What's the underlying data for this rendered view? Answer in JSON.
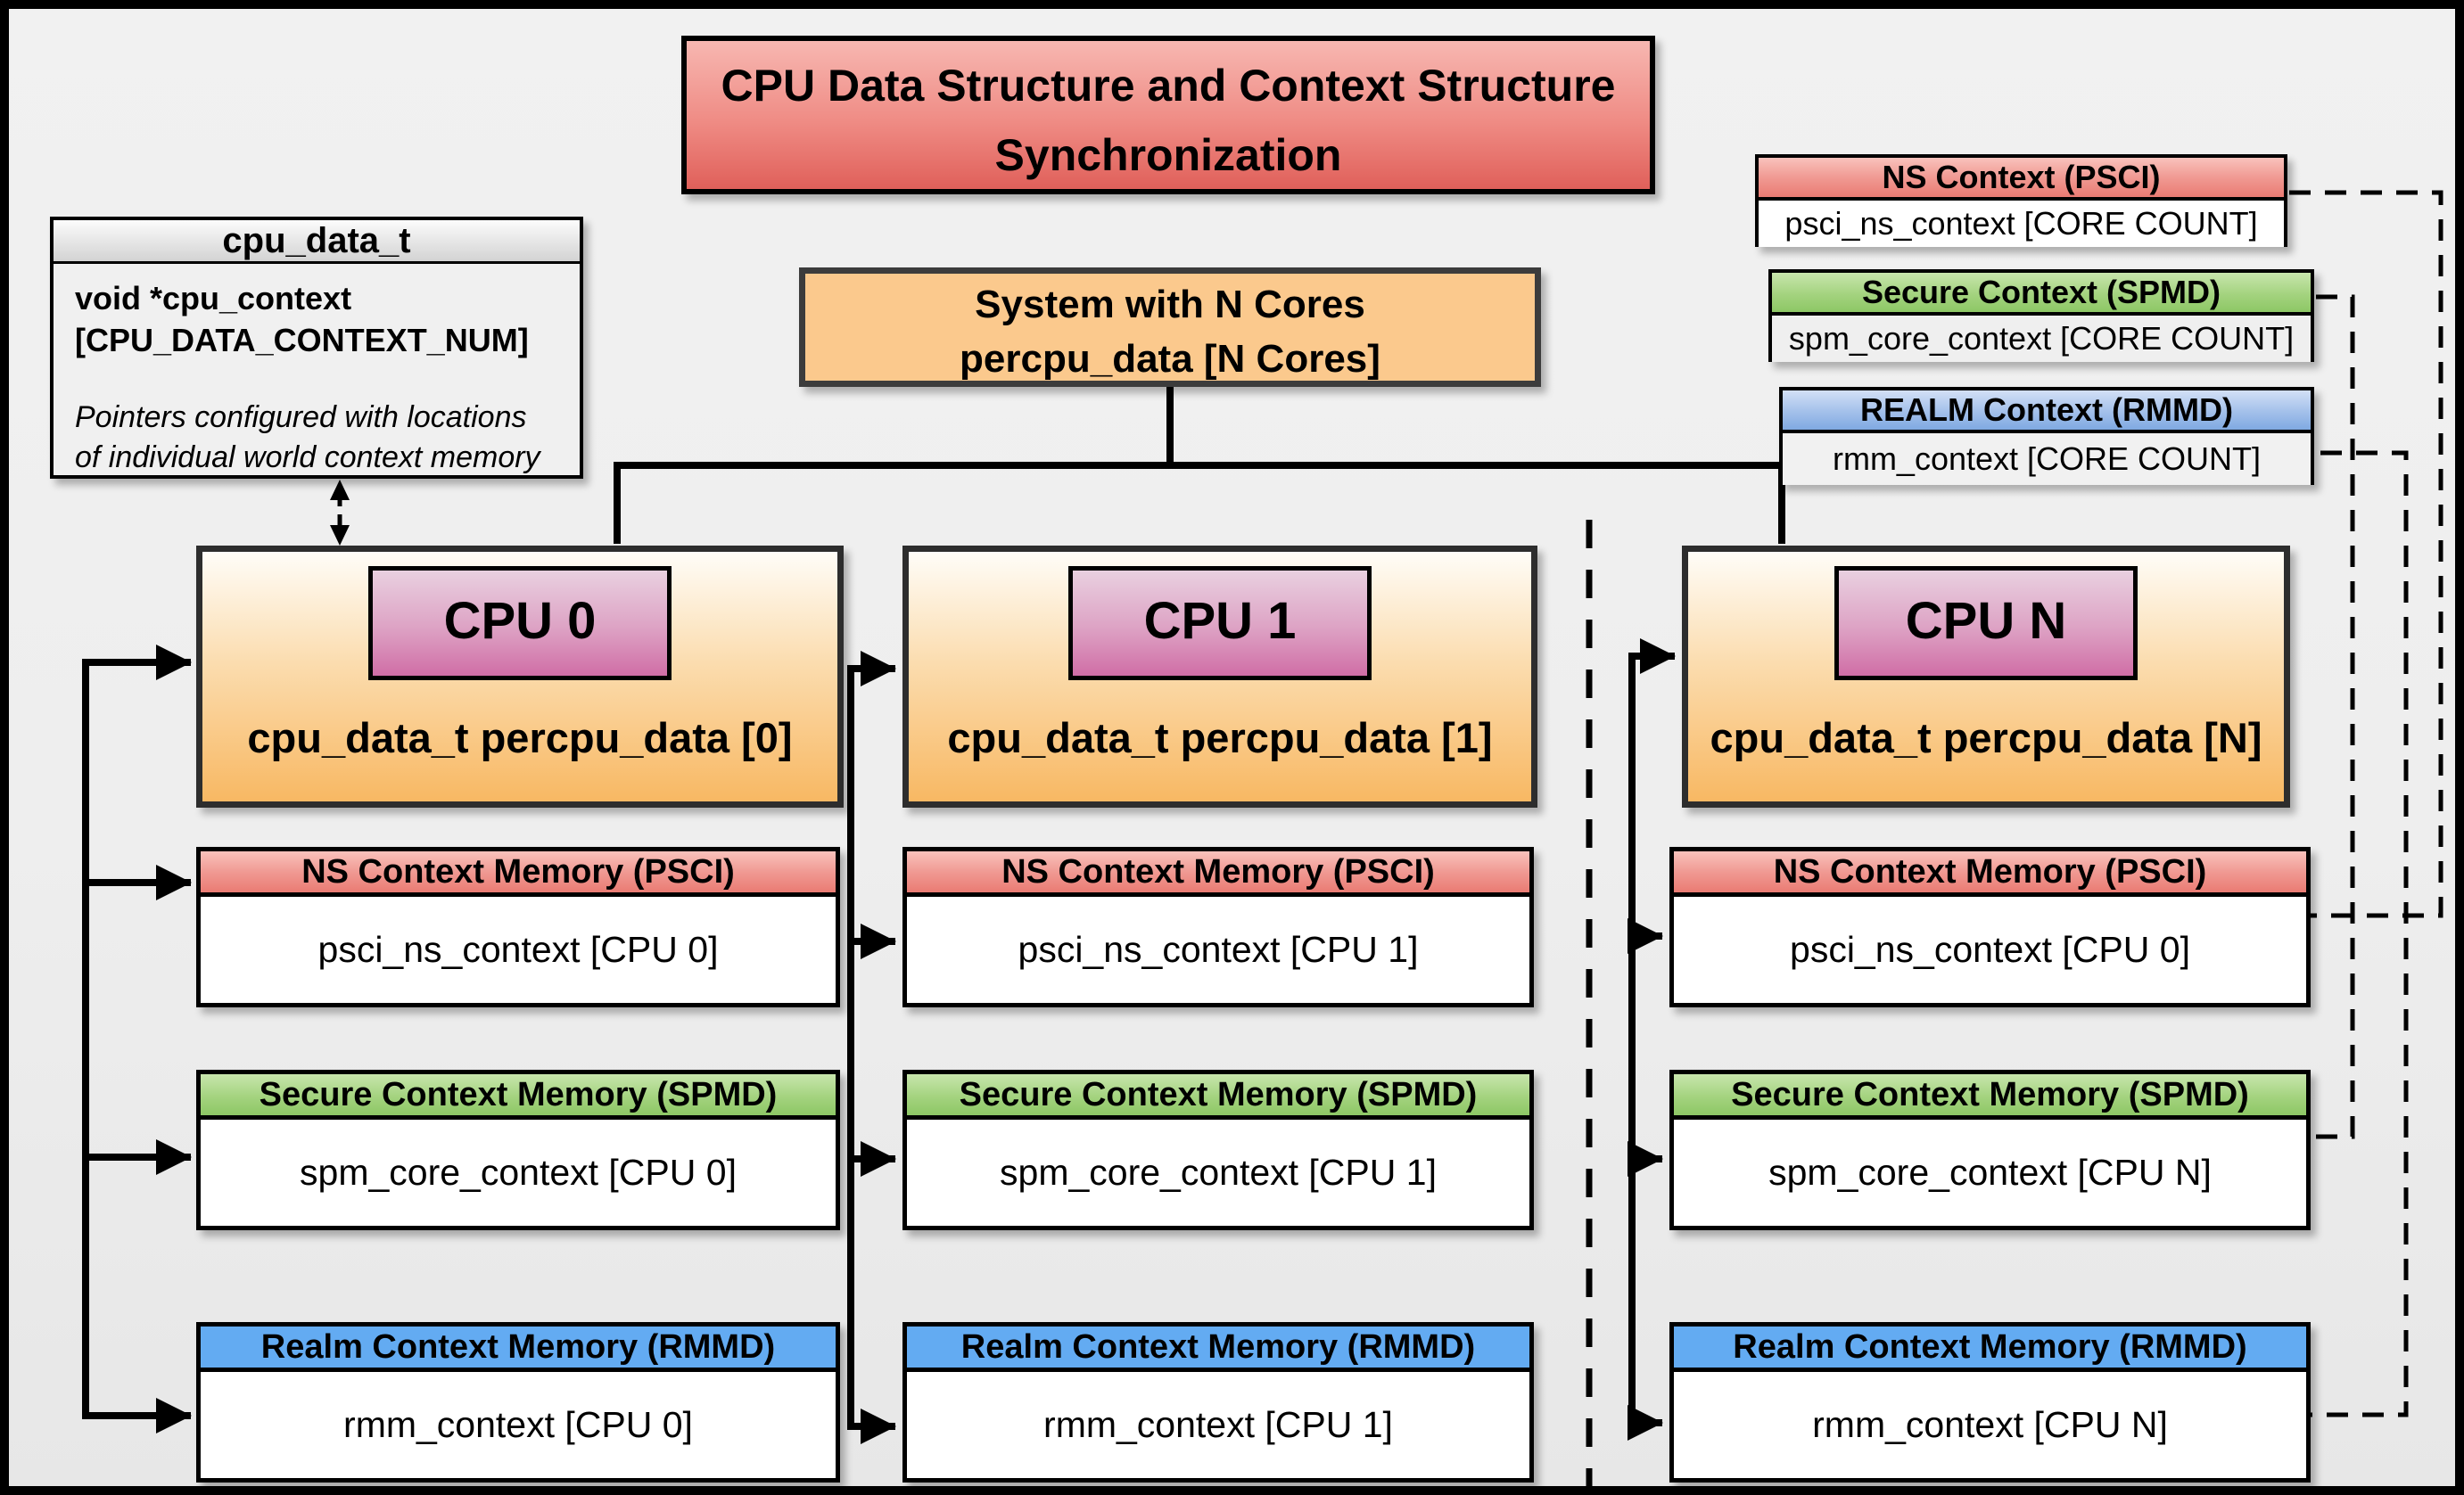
{
  "title": {
    "line1": "CPU Data Structure and Context Structure",
    "line2": "Synchronization"
  },
  "cpu_data_struct": {
    "header": "cpu_data_t",
    "field_line1": "void  *cpu_context",
    "field_line2": "[CPU_DATA_CONTEXT_NUM]",
    "note_line1": "Pointers configured with locations",
    "note_line2": "of individual world context memory"
  },
  "system_box": {
    "line1": "System with N Cores",
    "line2": "percpu_data [N Cores]"
  },
  "legend": {
    "ns": {
      "header": "NS Context  (PSCI)",
      "body": "psci_ns_context [CORE COUNT]"
    },
    "secure": {
      "header": "Secure Context (SPMD)",
      "body": "spm_core_context [CORE COUNT]"
    },
    "realm": {
      "header": "REALM Context (RMMD)",
      "body": "rmm_context [CORE COUNT]"
    }
  },
  "cpus": [
    {
      "name": "CPU 0",
      "data_label": "cpu_data_t percpu_data [0]",
      "ns_header": "NS Context Memory (PSCI)",
      "ns_body": "psci_ns_context [CPU 0]",
      "secure_header": "Secure Context Memory (SPMD)",
      "secure_body": "spm_core_context [CPU 0]",
      "realm_header": "Realm Context Memory (RMMD)",
      "realm_body": "rmm_context [CPU 0]"
    },
    {
      "name": "CPU 1",
      "data_label": "cpu_data_t percpu_data [1]",
      "ns_header": "NS Context Memory (PSCI)",
      "ns_body": "psci_ns_context [CPU 1]",
      "secure_header": "Secure Context Memory (SPMD)",
      "secure_body": "spm_core_context [CPU 1]",
      "realm_header": "Realm Context Memory (RMMD)",
      "realm_body": "rmm_context [CPU 1]"
    },
    {
      "name": "CPU N",
      "data_label": "cpu_data_t percpu_data [N]",
      "ns_header": "NS Context Memory (PSCI)",
      "ns_body": "psci_ns_context [CPU 0]",
      "secure_header": "Secure Context Memory (SPMD)",
      "secure_body": "spm_core_context [CPU N]",
      "realm_header": "Realm Context Memory (RMMD)",
      "realm_body": "rmm_context [CPU N]"
    }
  ],
  "colors": {
    "title_red_top": "#f7b7b1",
    "title_red_bottom": "#e0605a",
    "ns_header_red": "#ea7b73",
    "secure_header_green": "#8dc765",
    "realm_header_blue": "#63abf2",
    "cpu_box_orange": "#f8b863",
    "cpu_chip_pink": "#d06ea6",
    "system_orange": "#fbc98d",
    "background_gray": "#eeeeee",
    "line_black": "#000000"
  }
}
